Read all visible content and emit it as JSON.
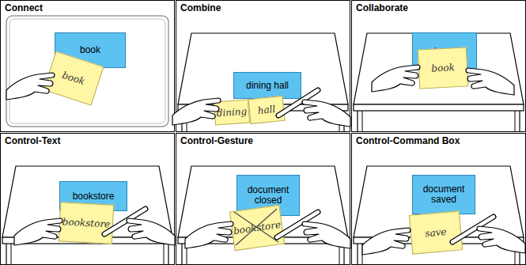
{
  "diagram": {
    "nodes": [
      {
        "text": [
          "Connect"
        ]
      },
      {
        "text": [
          "book"
        ],
        "in": 0
      },
      {
        "text": [
          "book"
        ],
        "in": 0
      },
      {
        "text": [
          "Combine"
        ]
      },
      {
        "text": [
          "dining hall"
        ],
        "in": 3
      },
      {
        "text": [
          "dining"
        ],
        "in": 3
      },
      {
        "text": [
          "hall"
        ],
        "in": 3
      },
      {
        "text": [
          "Collaborate"
        ]
      },
      {
        "text": [
          "book"
        ],
        "in": 7
      },
      {
        "text": [
          "book"
        ],
        "in": 7
      },
      {
        "text": [
          "Control-Text"
        ]
      },
      {
        "text": [
          "bookstore"
        ],
        "in": 10
      },
      {
        "text": [
          "bookstore"
        ],
        "in": 10
      },
      {
        "text": [
          "Control-Gesture"
        ]
      },
      {
        "text": [
          "document closed"
        ],
        "in": 13
      },
      {
        "text": [
          "bookstore"
        ],
        "in": 13
      },
      {
        "text": [
          "Control-Command Box"
        ]
      },
      {
        "text": [
          "document saved"
        ],
        "in": 16
      },
      {
        "text": [
          "save"
        ],
        "in": 16
      }
    ]
  }
}
